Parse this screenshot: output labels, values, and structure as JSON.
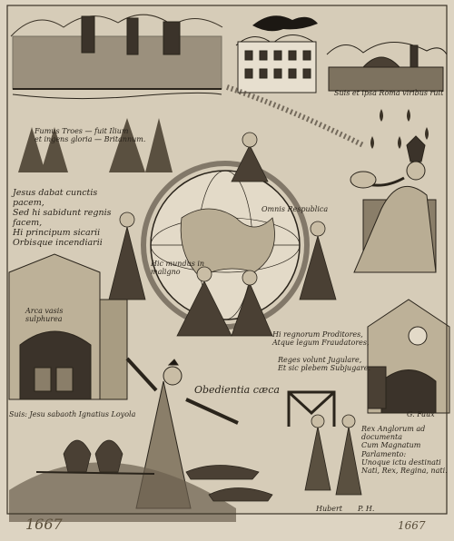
{
  "captions": {
    "rome": "Suis et ipsa Roma viribus ruit",
    "fumus": "Fumus Troes — fuit Ilium\net ingens gloria — Britannum.",
    "jesus": "Jesus dabat cunctis pacem,\nSed hi sabidunt regnis facem,\nHi principum sicarii\nOrbisque incendiarii",
    "arca": "Arca vasis\nsulphurea",
    "suis": "Suis: Jesu sabaoth Ignatius Loyola",
    "obedientia": "Obedientia cæca",
    "regnorum": "Hi regnorum Proditores,\nAtque legum Fraudatores,",
    "reges": "Reges volunt Jugulare,\nEt sic plebem Subjugare.",
    "rex": "Rex Anglorum ad documenta\nCum Magnatum Parlamento:\nUnoque ictu destinati\nNati, Rex, Regina, nati.",
    "gfaux": "G. Faux",
    "hubert": "Hubert",
    "ph": "P. H.",
    "year": "1667",
    "year2": "1667",
    "globe_band": "Omnis Respublica",
    "globe_band2": "Hic mundus in maligno"
  },
  "colors": {
    "paper": "#d9d0bd",
    "ink": "#2a241b"
  }
}
